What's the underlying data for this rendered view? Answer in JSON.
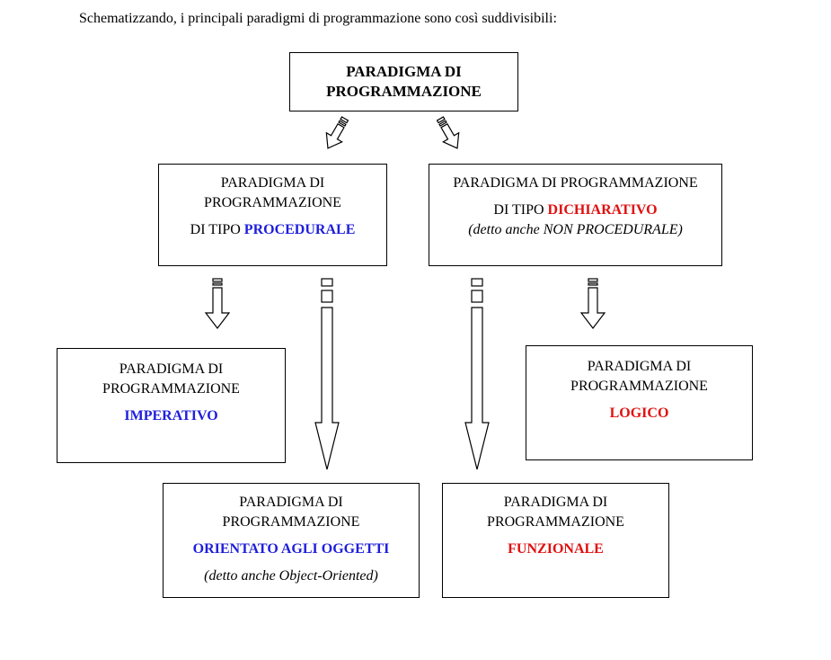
{
  "intro": "Schematizzando, i principali paradigmi di programmazione sono così suddivisibili:",
  "root": {
    "line1": "PARADIGMA DI",
    "line2": "PROGRAMMAZIONE"
  },
  "procedurale": {
    "line1": "PARADIGMA DI",
    "line2": "PROGRAMMAZIONE",
    "prefix": "DI TIPO ",
    "keyword": "PROCEDURALE"
  },
  "dichiarativo": {
    "line1": "PARADIGMA DI PROGRAMMAZIONE",
    "prefix": "DI TIPO ",
    "keyword": "DICHIARATIVO",
    "note": "(detto anche NON PROCEDURALE)"
  },
  "imperativo": {
    "line1": "PARADIGMA DI",
    "line2": "PROGRAMMAZIONE",
    "keyword": "IMPERATIVO"
  },
  "logico": {
    "line1": "PARADIGMA DI",
    "line2": "PROGRAMMAZIONE",
    "keyword": "LOGICO"
  },
  "oggetti": {
    "line1": "PARADIGMA DI",
    "line2": "PROGRAMMAZIONE",
    "keyword": "ORIENTATO AGLI OGGETTI",
    "note": "(detto anche Object-Oriented)"
  },
  "funzionale": {
    "line1": "PARADIGMA DI",
    "line2": "PROGRAMMAZIONE",
    "keyword": "FUNZIONALE"
  },
  "colors": {
    "procedural_family": "#1f1fdc",
    "declarative_family": "#e01010"
  }
}
